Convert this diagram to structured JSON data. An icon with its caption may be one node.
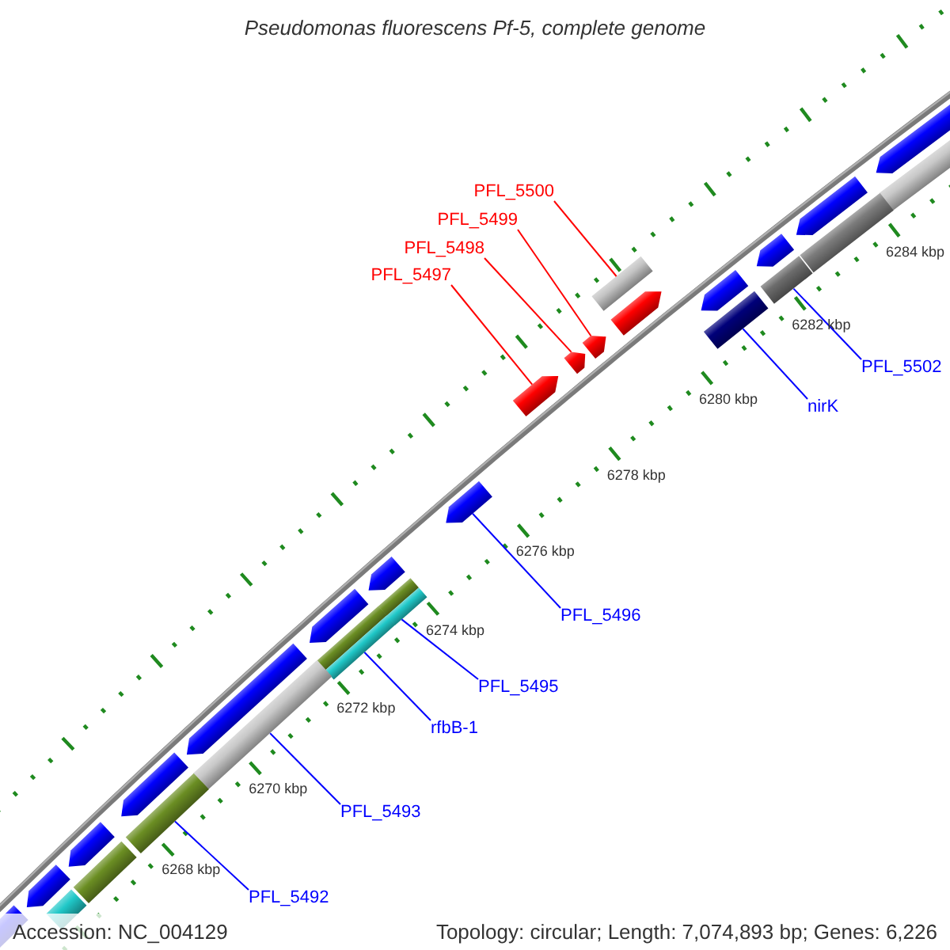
{
  "diagram": {
    "title": "Pseudomonas fluorescens Pf-5, complete genome",
    "nodes": [
      {
        "text": [
          "PFL_5500"
        ]
      },
      {
        "text": [
          "PFL_5499"
        ]
      },
      {
        "text": [
          "PFL_5498"
        ]
      },
      {
        "text": [
          "PFL_5497"
        ]
      },
      {
        "text": [
          "PFL_5502"
        ]
      },
      {
        "text": [
          "nirK"
        ]
      },
      {
        "text": [
          "PFL_5496"
        ]
      },
      {
        "text": [
          "PFL_5495"
        ]
      },
      {
        "text": [
          "rfbB-1"
        ]
      },
      {
        "text": [
          "PFL_5493"
        ]
      },
      {
        "text": [
          "PFL_5492"
        ]
      },
      {
        "text": [],
        "shape": "bar"
      },
      {
        "text": [],
        "shape": "arrow"
      },
      {
        "text": [],
        "shape": "arrow"
      },
      {
        "text": [],
        "shape": "arrow"
      },
      {
        "text": [],
        "shape": "arrow"
      },
      {
        "text": [],
        "shape": "arrow"
      },
      {
        "text": [],
        "shape": "arrow"
      },
      {
        "text": [],
        "shape": "arrow"
      },
      {
        "text": [],
        "shape": "arrow"
      },
      {
        "text": [],
        "shape": "arrow"
      },
      {
        "text": [],
        "shape": "arrow"
      },
      {
        "text": [],
        "shape": "arrow"
      },
      {
        "text": [],
        "shape": "arrow"
      },
      {
        "text": [],
        "shape": "arrow"
      },
      {
        "text": [],
        "shape": "arrow"
      },
      {
        "text": [],
        "shape": "arrow"
      },
      {
        "text": [],
        "shape": "arrow"
      },
      {
        "text": [],
        "shape": "bar"
      },
      {
        "text": [],
        "shape": "bar"
      },
      {
        "text": [],
        "shape": "bar"
      },
      {
        "text": [],
        "shape": "bar"
      },
      {
        "text": [],
        "shape": "bar"
      },
      {
        "text": [],
        "shape": "bar"
      },
      {
        "text": [],
        "shape": "bar"
      },
      {
        "text": [],
        "shape": "bar"
      },
      {
        "text": [],
        "shape": "bar"
      },
      {
        "text": [],
        "shape": "bar"
      }
    ],
    "edges": [
      {
        "from": 0,
        "to": 11,
        "arrow": "none",
        "color": "#ff0000"
      },
      {
        "from": 1,
        "to": 14,
        "arrow": "none",
        "color": "#ff0000"
      },
      {
        "from": 2,
        "to": 13,
        "arrow": "none",
        "color": "#ff0000"
      },
      {
        "from": 3,
        "to": 12,
        "arrow": "none",
        "color": "#ff0000"
      },
      {
        "from": 4,
        "to": 30,
        "arrow": "none"
      },
      {
        "from": 5,
        "to": 31,
        "arrow": "none"
      },
      {
        "from": 6,
        "to": 20,
        "arrow": "none"
      },
      {
        "from": 7,
        "to": 32,
        "arrow": "none"
      },
      {
        "from": 8,
        "to": 33,
        "arrow": "none"
      },
      {
        "from": 9,
        "to": 34,
        "arrow": "none"
      },
      {
        "from": 10,
        "to": 35,
        "arrow": "none"
      }
    ],
    "labels": [
      "6268 kbp",
      "6270 kbp",
      "6272 kbp",
      "6274 kbp",
      "6276 kbp",
      "6278 kbp",
      "6280 kbp",
      "6282 kbp",
      "6284 kbp",
      "Accession: NC_004129",
      "Topology: circular; Length: 7,074,893 bp; Genes: 6,226"
    ]
  }
}
